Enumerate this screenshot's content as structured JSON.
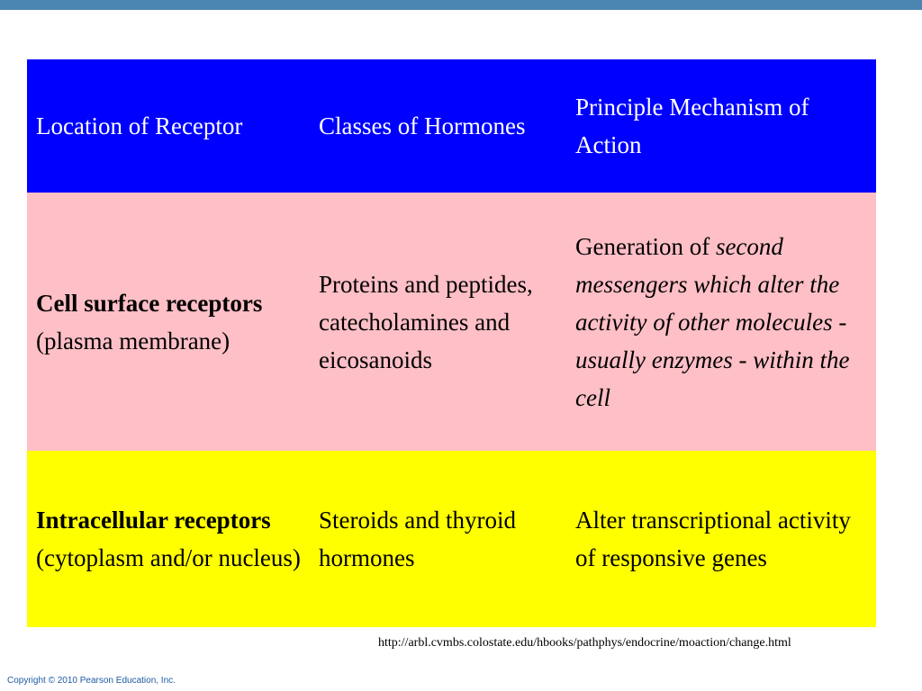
{
  "table": {
    "headers": [
      "Location of Receptor",
      "Classes of Hormones",
      "Principle Mechanism of Action"
    ],
    "rows": [
      {
        "location_bold": "Cell surface receptors",
        "location_rest": "(plasma membrane)",
        "classes": "Proteins and peptides, catecholamines and eicosanoids",
        "mechanism_plain": "Generation of",
        "mechanism_italic_1": "second messengers which alter the activity of other molecules",
        "mechanism_sep_1": "-",
        "mechanism_italic_2": "usually enzymes",
        "mechanism_sep_2": "-",
        "mechanism_italic_3": "within the cell"
      },
      {
        "location_bold": "Intracellular receptors",
        "location_rest": "(cytoplasm and/or nucleus)",
        "classes": "Steroids and thyroid hormones",
        "mechanism": "Alter transcriptional activity of responsive genes"
      }
    ]
  },
  "source_url": "http://arbl.cvmbs.colostate.edu/hbooks/pathphys/endocrine/moaction/change.html",
  "copyright": "Copyright © 2010 Pearson Education, Inc.",
  "colors": {
    "top_bar": "#4a86b0",
    "header_bg": "#0000ff",
    "row_surface_bg": "#ffbfc6",
    "row_intra_bg": "#ffff00"
  }
}
